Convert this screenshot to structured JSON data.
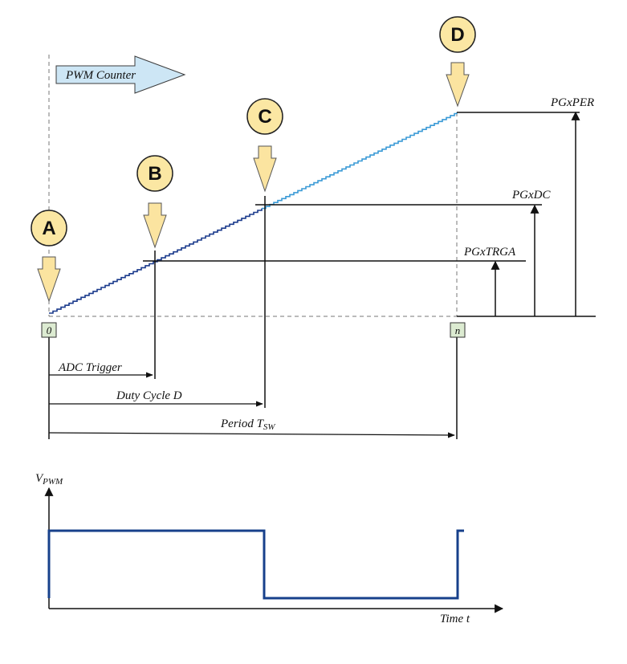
{
  "colors": {
    "marker_fill": "#fbe7a3",
    "marker_arrow_fill": "#fbe4a0",
    "counter_arrow_fill": "#cde6f5",
    "box_fill": "#dcebd1",
    "ramp_dark": "#1a3a8c",
    "ramp_light": "#3a9ad6",
    "pwm_signal": "#17408b"
  },
  "markers": [
    {
      "id": "A",
      "label": "A"
    },
    {
      "id": "B",
      "label": "B"
    },
    {
      "id": "C",
      "label": "C"
    },
    {
      "id": "D",
      "label": "D"
    }
  ],
  "counter_label": "PWM Counter",
  "registers": {
    "per": "PGxPER",
    "dc": "PGxDC",
    "trga": "PGxTRGA"
  },
  "axis_boxes": {
    "start": "0",
    "end": "n"
  },
  "timings": {
    "adc": "ADC Trigger",
    "duty": "Duty Cycle D",
    "period_main": "Period T",
    "period_sub": "SW"
  },
  "pwm_plot": {
    "y_label_main": "V",
    "y_label_sub": "PWM",
    "x_label": "Time t"
  }
}
